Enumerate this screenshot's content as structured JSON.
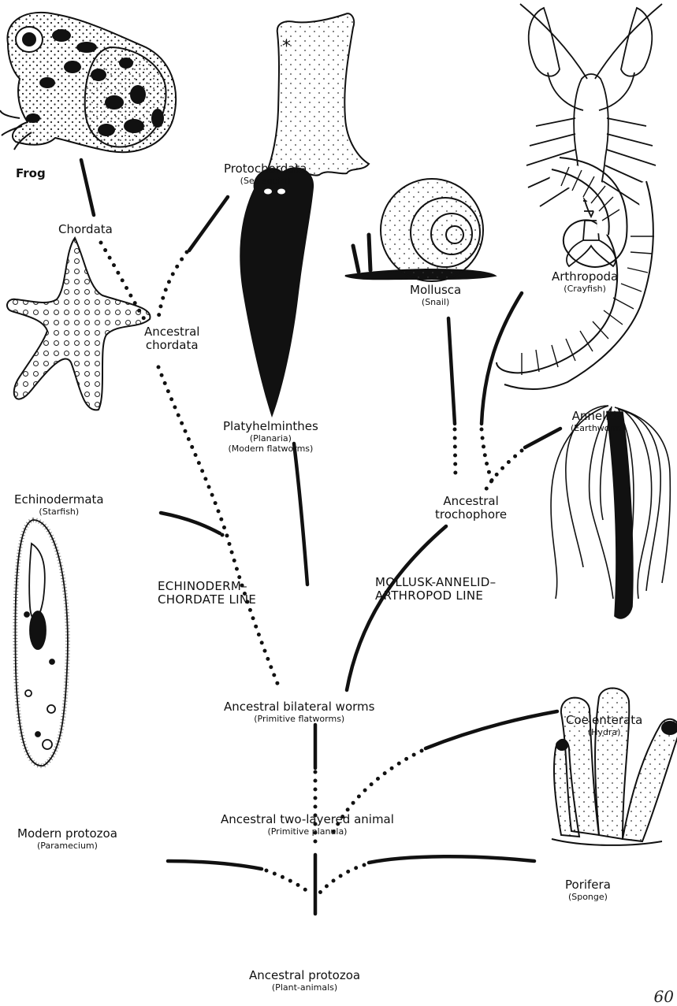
{
  "labels": {
    "frog": {
      "name": "Frog"
    },
    "chordata": {
      "name": "Chordata"
    },
    "protochordata": {
      "name": "Protochordata",
      "sub": "(Sea squirt)"
    },
    "arthropoda": {
      "name": "Arthropoda",
      "sub": "(Crayfish)"
    },
    "mollusca": {
      "name": "Mollusca",
      "sub": "(Snail)"
    },
    "ancestral_chordata": {
      "line1": "Ancestral",
      "line2": "chordata"
    },
    "annelida": {
      "name": "Annelida",
      "sub": "(Earthworm)"
    },
    "platyhelminthes": {
      "name": "Platyhelminthes",
      "sub1": "(Planaria)",
      "sub2": "(Modern flatworms)"
    },
    "echinodermata": {
      "name": "Echinodermata",
      "sub": "(Starfish)"
    },
    "ancestral_trochophore": {
      "line1": "Ancestral",
      "line2": "trochophore"
    },
    "echinoderm_line": {
      "line1": "ECHINODERM–",
      "line2": "CHORDATE LINE"
    },
    "mollusk_line": {
      "line1": "MOLLUSK-ANNELID–",
      "line2": "ARTHROPOD LINE"
    },
    "bilateral_worms": {
      "name": "Ancestral bilateral worms",
      "sub": "(Primitive flatworms)"
    },
    "coelenterata": {
      "name": "Coelenterata",
      "sub": "(Hydra)"
    },
    "two_layered": {
      "name": "Ancestral two-layered animal",
      "sub": "(Primitive planula)"
    },
    "modern_protozoa": {
      "name": "Modern protozoa",
      "sub": "(Paramecium)"
    },
    "porifera": {
      "name": "Porifera",
      "sub": "(Sponge)"
    },
    "ancestral_protozoa": {
      "name": "Ancestral protozoa",
      "sub": "(Plant-animals)"
    }
  },
  "page_number": "60"
}
